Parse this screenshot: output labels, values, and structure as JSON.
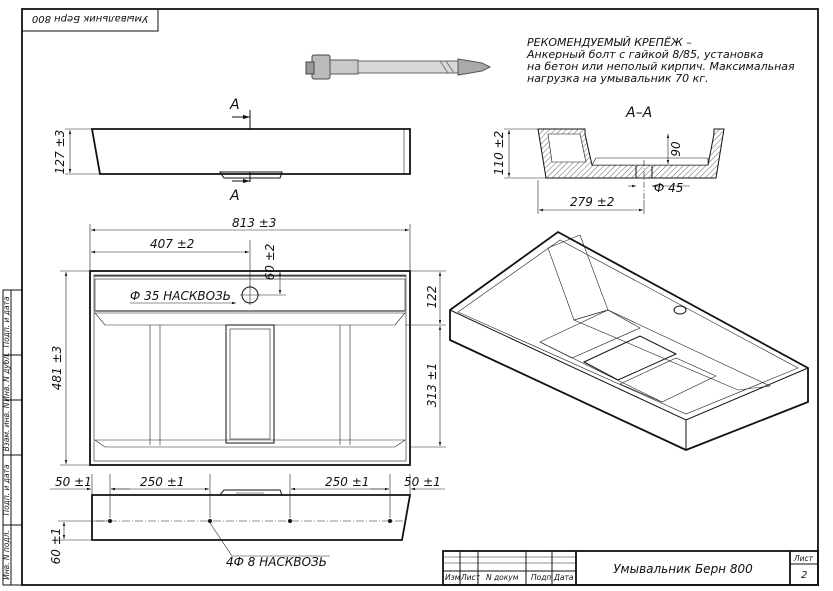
{
  "stamp_top": "Умывальник Берн 800",
  "note": {
    "line1": "РЕКОМЕНДУЕМЫЙ КРЕПЁЖ –",
    "line2": "Анкерный болт с гайкой 8/85, установка",
    "line3": "на бетон или неполый кирпич. Максимальная",
    "line4": "нагрузка на умывальник 70 кг."
  },
  "section_label": "A–A",
  "section_mark": "A",
  "dims": {
    "h127": "127 ±3",
    "h110": "110 ±2",
    "d90": "90",
    "d45": "Ф 45",
    "w279": "279 ±2",
    "w813": "813 ±3",
    "w407": "407 ±2",
    "d60a": "60 ±2",
    "d122": "122",
    "h481": "481 ±3",
    "h313": "313 ±1",
    "hole35": "Ф 35 НАСКВОЗЬ",
    "b50l": "50 ±1",
    "b250l": "250 ±1",
    "b250r": "250 ±1",
    "b50r": "50 ±1",
    "h60b": "60 ±1",
    "holes8": "4Ф 8 НАСКВОЗЬ"
  },
  "side_strip": [
    "Подп. и дата",
    "Инв. N дубл.",
    "Взам. инв. N",
    "Подп. и дата",
    "Инв. N подл."
  ],
  "title_block": {
    "cols": [
      "Изм",
      "Лист",
      "N докум",
      "Подп",
      "Дата"
    ],
    "title": "Умывальник Берн 800",
    "sheet_label": "Лист",
    "sheet_no": "2"
  }
}
